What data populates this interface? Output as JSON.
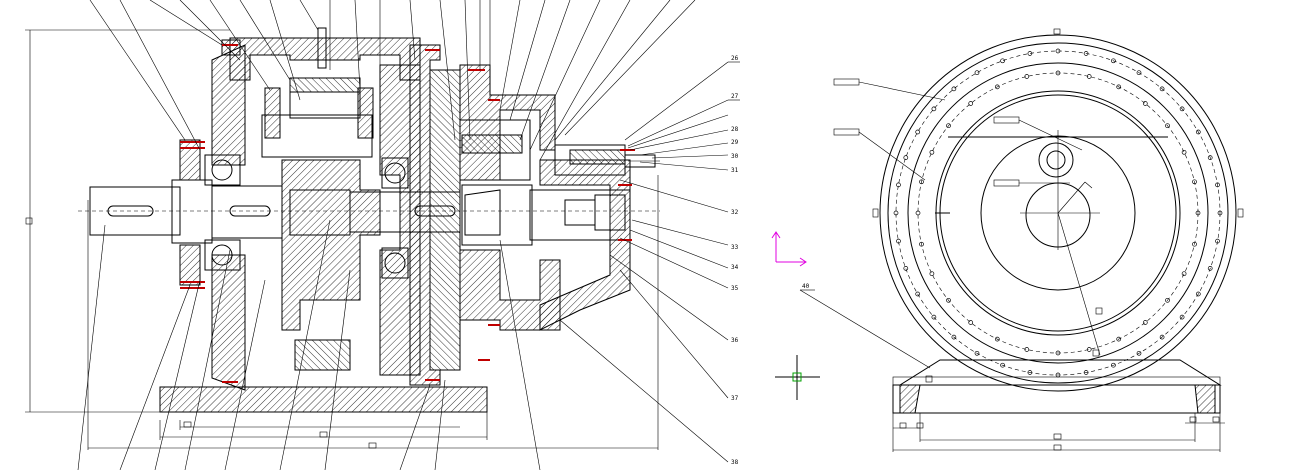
{
  "drawing": {
    "title": "",
    "right_callouts": [
      "26",
      "27",
      "28",
      "29",
      "30",
      "31",
      "32",
      "33",
      "34",
      "35",
      "36",
      "37",
      "38"
    ],
    "side_view_callout": "40",
    "colors": {
      "line": "#000000",
      "accent_bolt": "#c00000",
      "ucs_icon": "#e000e0",
      "cursor": "#00a000",
      "background": "#ffffff"
    },
    "icons": [
      "ucs-axis-icon",
      "crosshair-cursor-icon"
    ]
  }
}
